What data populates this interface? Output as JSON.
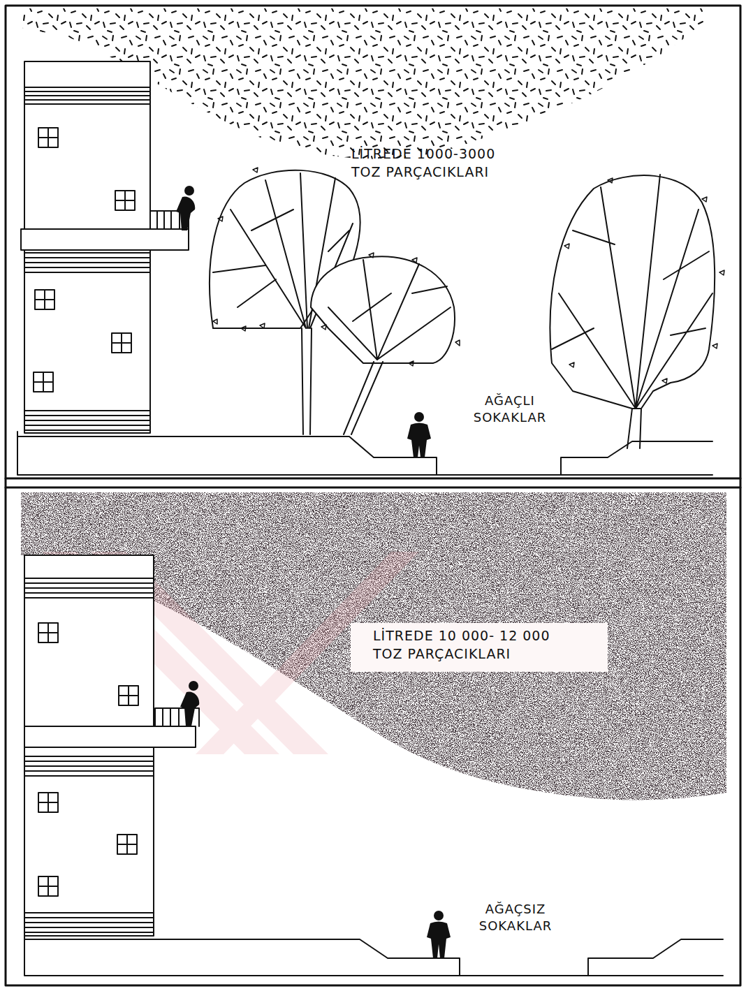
{
  "diagram": {
    "nodes": [
      {
        "text": [
          "LİTREDE 10 000- 12 000 TOZ PARÇACIKLARI"
        ]
      }
    ],
    "labels": [
      "LİTREDE 1000-3000 TOZ PARÇACIKLARI",
      "AĞAÇLI SOKAKLAR",
      "AĞAÇSIZ SOKAKLAR"
    ]
  }
}
